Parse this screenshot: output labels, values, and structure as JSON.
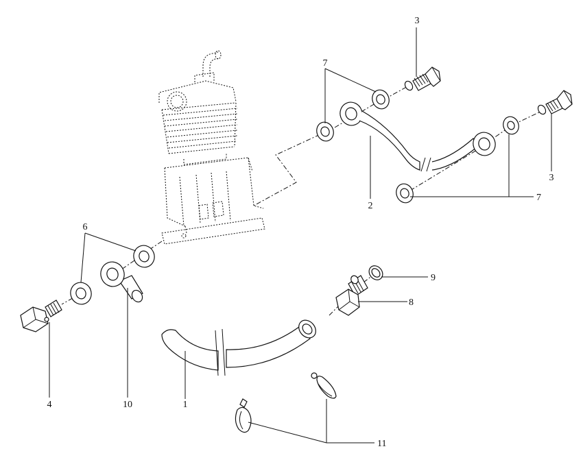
{
  "labels": {
    "p1": "1",
    "p2": "2",
    "p3a": "3",
    "p3b": "3",
    "p4": "4",
    "p6": "6",
    "p7a": "7",
    "p7b": "7",
    "p8": "8",
    "p9": "9",
    "p10": "10",
    "p11": "11"
  },
  "colors": {
    "ink": "#111111",
    "background": "#ffffff"
  }
}
